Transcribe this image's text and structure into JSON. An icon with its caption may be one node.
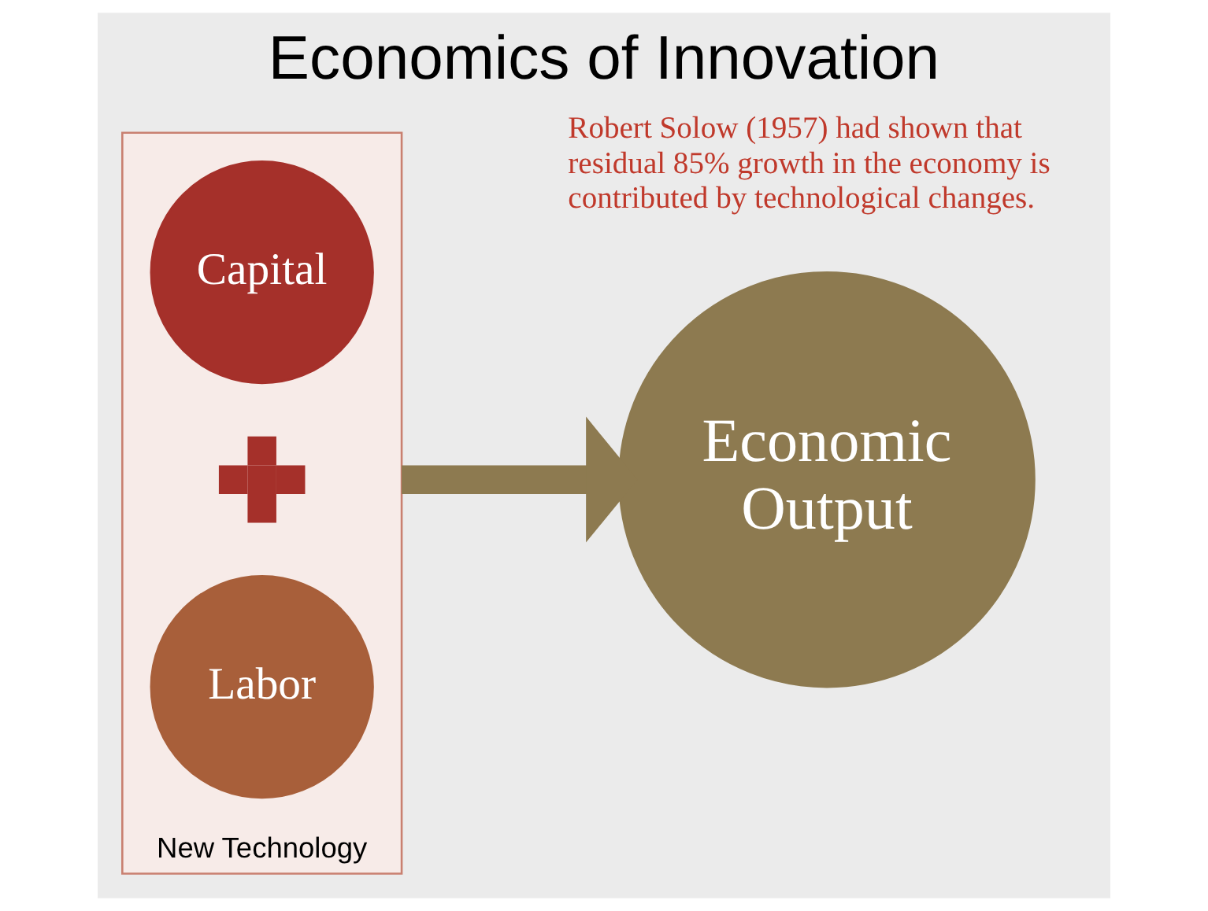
{
  "diagram": {
    "title": "Economics of Innovation",
    "nodes": [
      {
        "text": [
          "New Technology"
        ]
      },
      {
        "text": [
          "Capital"
        ],
        "in": 0
      },
      {
        "text": [],
        "shape": "plus",
        "in": 0
      },
      {
        "text": [
          "Labor"
        ],
        "in": 0
      },
      {
        "text": [
          "Economic Output"
        ]
      }
    ],
    "edges": [
      {
        "from": 0,
        "to": 4,
        "arrow": "to"
      }
    ],
    "labels": [
      "Robert Solow (1957) had shown that residual 85% growth in the economy is contributed by technological changes."
    ]
  }
}
